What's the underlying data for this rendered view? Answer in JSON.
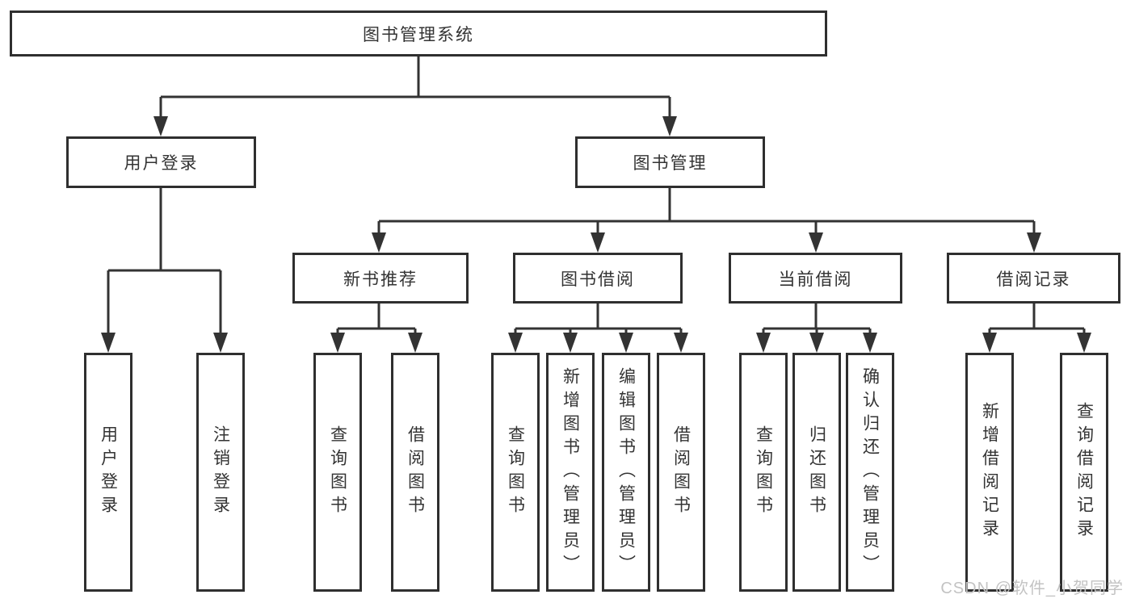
{
  "diagram": {
    "tree": {
      "label": "图书管理系统",
      "children": [
        {
          "label": "用户登录",
          "children": [
            {
              "label": "用户登录"
            },
            {
              "label": "注销登录"
            }
          ]
        },
        {
          "label": "图书管理",
          "children": [
            {
              "label": "新书推荐",
              "children": [
                {
                  "label": "查询图书"
                },
                {
                  "label": "借阅图书"
                }
              ]
            },
            {
              "label": "图书借阅",
              "children": [
                {
                  "label": "查询图书"
                },
                {
                  "label": "新增图书（管理员）"
                },
                {
                  "label": "编辑图书（管理员）"
                },
                {
                  "label": "借阅图书"
                }
              ]
            },
            {
              "label": "当前借阅",
              "children": [
                {
                  "label": "查询图书"
                },
                {
                  "label": "归还图书"
                },
                {
                  "label": "确认归还（管理员）"
                }
              ]
            },
            {
              "label": "借阅记录",
              "children": [
                {
                  "label": "新增借阅记录"
                },
                {
                  "label": "查询借阅记录"
                }
              ]
            }
          ]
        }
      ]
    },
    "colors": {
      "box_border": "#2f2f2f",
      "connector": "#333333",
      "text": "#333333",
      "background": "#ffffff",
      "watermark": "#c3c3c3"
    }
  },
  "watermark": {
    "text": "CSDN @软件_小贺同学"
  }
}
